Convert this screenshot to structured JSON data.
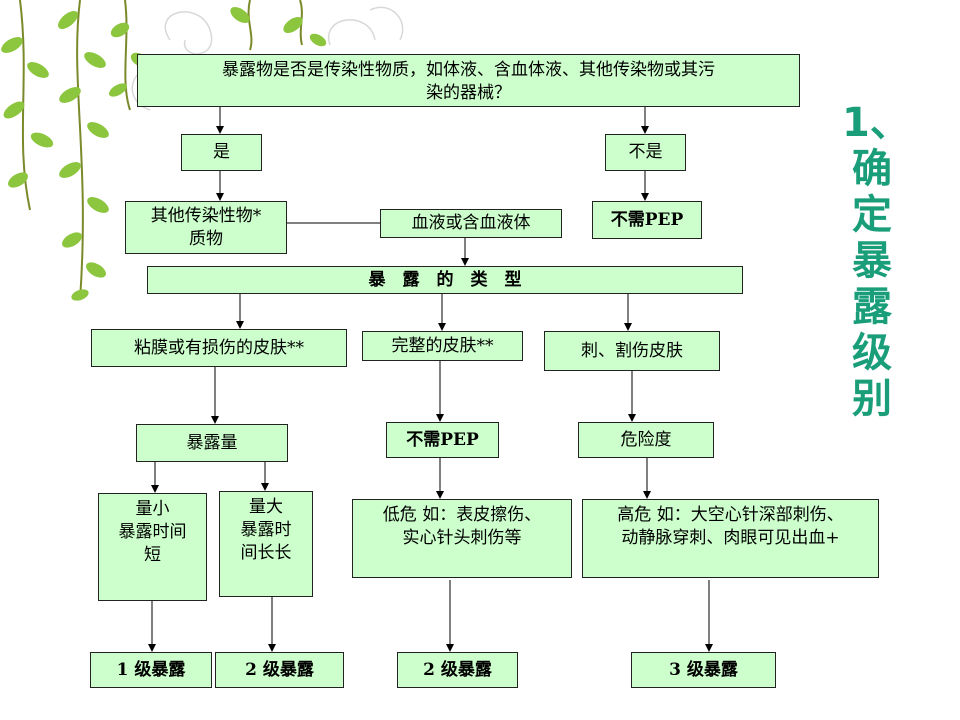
{
  "title": {
    "number": "1、",
    "chars": [
      "确",
      "定",
      "暴",
      "露",
      "级",
      "别"
    ]
  },
  "nodes": {
    "question": "暴露物是否是传染性物质，如体液、含血体液、其他传染物或其污\n染的器械？",
    "yes": "是",
    "no": "不是",
    "other_infectious": "其他传染性物*\n质物",
    "no_pep_1": "不需PEP",
    "blood": "血液或含血液体",
    "exposure_type": "暴　露　的　类　型",
    "mucosa": "粘膜或有损伤的皮肤**",
    "intact_skin": "完整的皮肤**",
    "puncture": "刺、割伤皮肤",
    "exposure_amount": "暴露量",
    "no_pep_2": "不需PEP",
    "risk": "危险度",
    "small": "量小\n暴露时间\n短",
    "large": "量大\n暴露时\n间长长",
    "low_risk": "低危  如：表皮擦伤、\n实心针头刺伤等",
    "high_risk": "高危  如：大空心针深部刺伤、\n动静脉穿刺、肉眼可见出血+",
    "level1": "1 级暴露",
    "level2a": "2 级暴露",
    "level2b": "2 级暴露",
    "level3": "3 级暴露"
  },
  "colors": {
    "box_fill": "#ccffcc",
    "title": "#1a9e7a",
    "vine": "#7a8a2a",
    "leaf": "#8cc63f"
  }
}
